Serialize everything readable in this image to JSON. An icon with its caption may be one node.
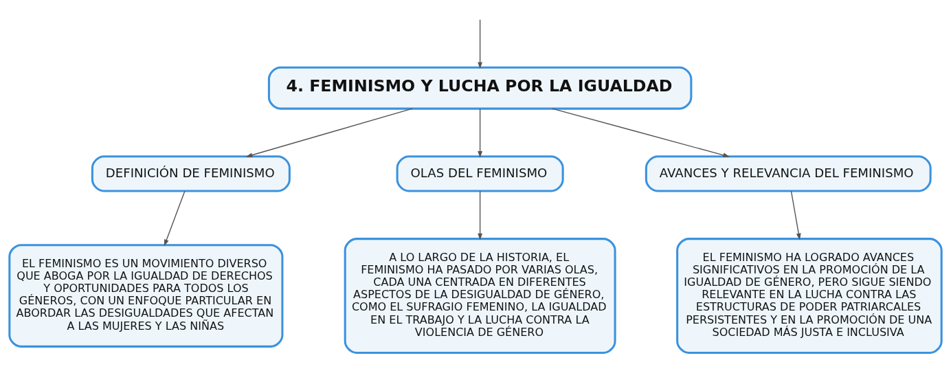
{
  "diagram": {
    "nodes": [
      {
        "text": [
          "4. FEMINISMO Y LUCHA POR LA IGUALDAD"
        ]
      },
      {
        "text": [
          "DEFINICIÓN DE FEMINISMO"
        ]
      },
      {
        "text": [
          "OLAS DEL FEMINISMO"
        ]
      },
      {
        "text": [
          "AVANCES Y RELEVANCIA DEL FEMINISMO"
        ]
      },
      {
        "text": [
          "EL FEMINISMO ES UN MOVIMIENTO DIVERSO QUE ABOGA POR LA IGUALDAD DE DERECHOS Y OPORTUNIDADES PARA TODOS LOS GÉNEROS, CON UN ENFOQUE PARTICULAR EN ABORDAR LAS DESIGUALDADES QUE AFECTAN A LAS MUJERES Y LAS NIÑAS"
        ]
      },
      {
        "text": [
          "A LO LARGO DE LA HISTORIA, EL FEMINISMO HA PASADO POR VARIAS OLAS, CADA UNA CENTRADA EN DIFERENTES ASPECTOS DE LA DESIGUALDAD DE GÉNERO, COMO EL SUFRAGIO FEMENINO, LA IGUALDAD EN EL TRABAJO Y LA LUCHA CONTRA LA VIOLENCIA DE GÉNERO"
        ]
      },
      {
        "text": [
          "EL FEMINISMO HA LOGRADO AVANCES SIGNIFICATIVOS EN LA PROMOCIÓN DE LA IGUALDAD DE GÉNERO, PERO SIGUE SIENDO RELEVANTE EN LA LUCHA CONTRA LAS ESTRUCTURAS DE PODER PATRIARCALES PERSISTENTES Y EN LA PROMOCIÓN DE UNA SOCIEDAD MÁS JUSTA E INCLUSIVA"
        ]
      }
    ],
    "edges": [
      {
        "from": null,
        "to": 0,
        "arrow": "to"
      },
      {
        "from": 0,
        "to": 1,
        "arrow": "to"
      },
      {
        "from": 0,
        "to": 2,
        "arrow": "to"
      },
      {
        "from": 0,
        "to": 3,
        "arrow": "to"
      },
      {
        "from": 1,
        "to": 4,
        "arrow": "to"
      },
      {
        "from": 2,
        "to": 5,
        "arrow": "to"
      },
      {
        "from": 3,
        "to": 6,
        "arrow": "to"
      }
    ]
  }
}
